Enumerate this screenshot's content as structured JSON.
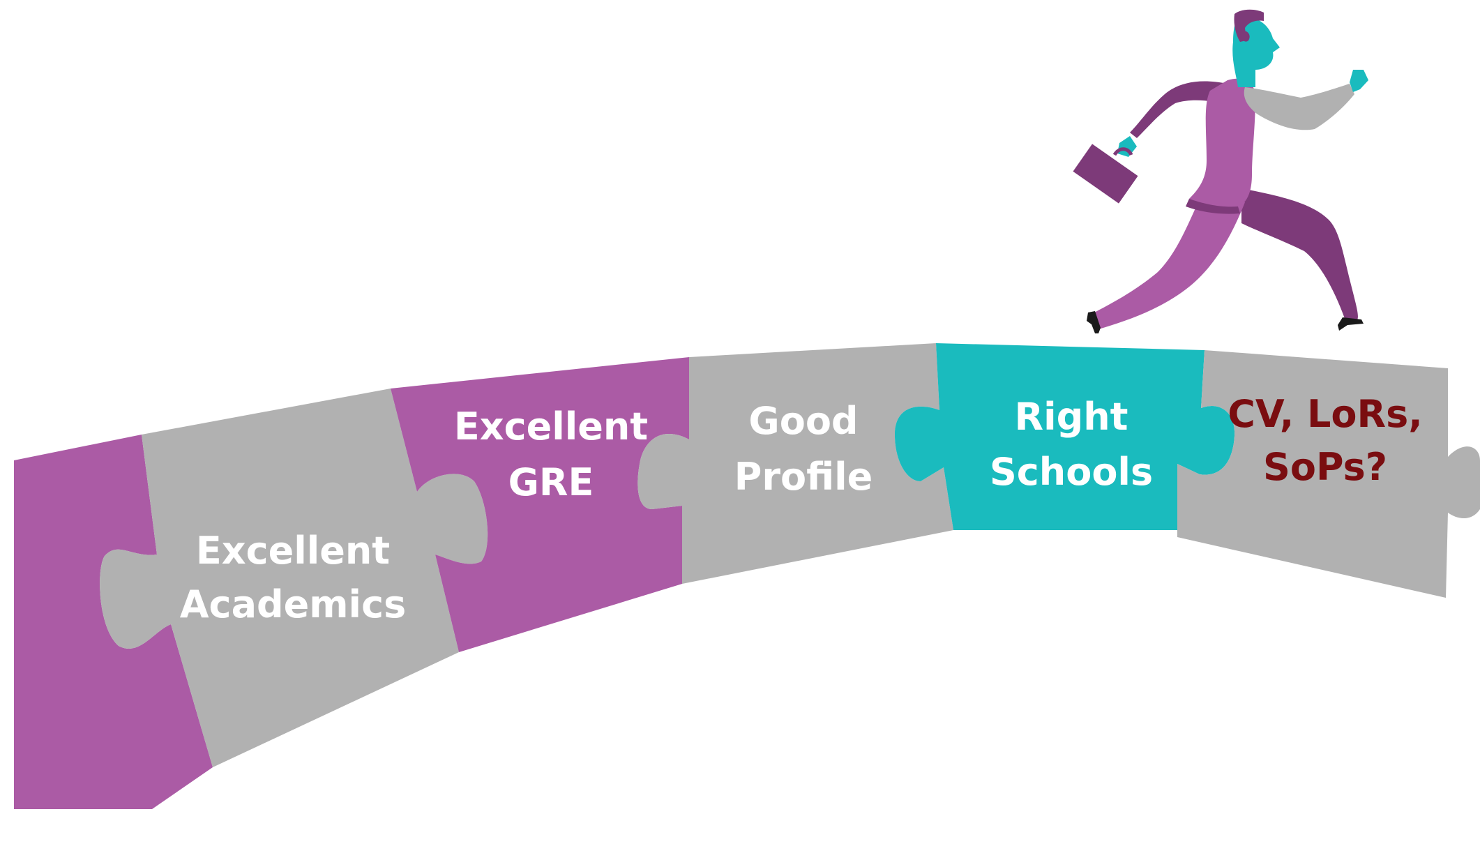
{
  "colors": {
    "purple": "#AB5BA5",
    "gray": "#B1B1B1",
    "teal": "#1ABBBE",
    "dark_purple": "#7D3A79",
    "white_text": "#FFFFFF",
    "question_text": "#7A0D10"
  },
  "pieces": [
    {
      "name": "purple-start",
      "color": "purple",
      "line1": "",
      "line2": ""
    },
    {
      "name": "excellent-academics",
      "color": "gray",
      "line1": "Excellent",
      "line2": "Academics"
    },
    {
      "name": "excellent-gre",
      "color": "purple",
      "line1": "Excellent",
      "line2": "GRE"
    },
    {
      "name": "good-profile",
      "color": "gray",
      "line1": "Good",
      "line2": "Profile"
    },
    {
      "name": "right-schools",
      "color": "teal",
      "line1": "Right",
      "line2": "Schools"
    },
    {
      "name": "cv-lors-sops",
      "color": "gray",
      "line1": "CV, LoRs,",
      "line2": "SoPs?",
      "text_color": "question_text"
    }
  ],
  "figure": {
    "icon": "running-businessman-icon"
  }
}
